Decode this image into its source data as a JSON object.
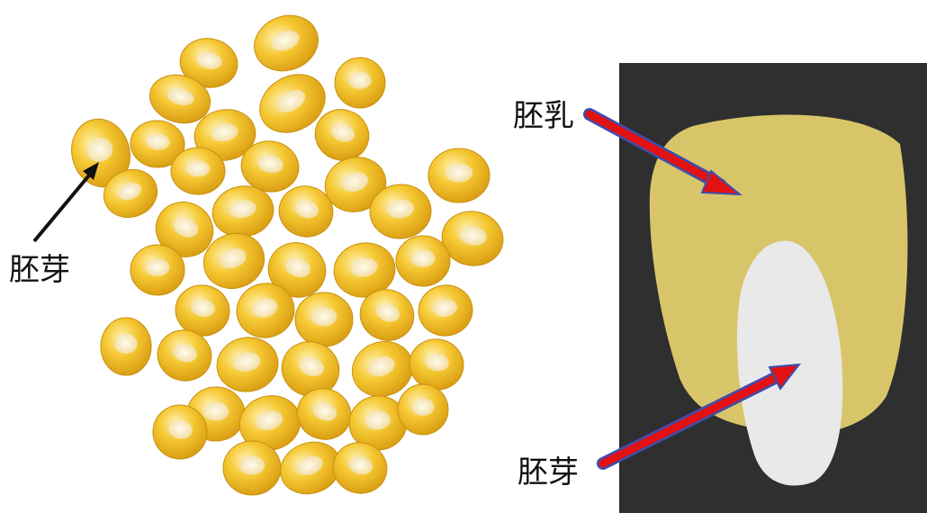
{
  "labels": {
    "left_germ": "胚芽",
    "endosperm": "胚乳",
    "right_germ": "胚芽"
  },
  "colors": {
    "kernel_yellow": "#f2c12e",
    "kernel_light": "#fbe38a",
    "germ_white": "#f6efe0",
    "diagram_background": "#2f2f2f",
    "endosperm_fill": "#d8c56a",
    "germ_fill": "#e9e9ea",
    "arrow_red": "#e21212",
    "arrow_outline": "#3a4fb0"
  },
  "icons": {
    "pointer": "black-arrow-icon",
    "callout": "red-arrow-icon"
  }
}
